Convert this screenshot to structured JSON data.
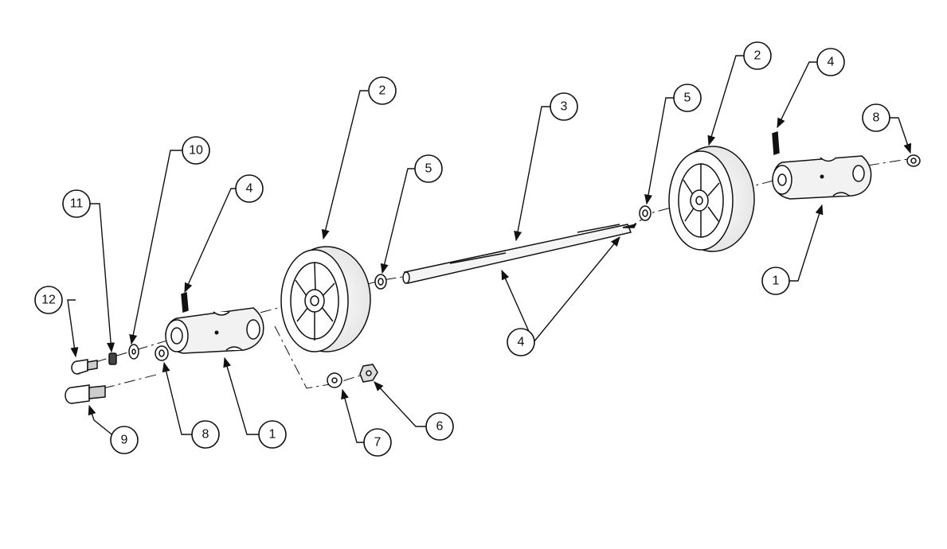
{
  "diagram": {
    "colors": {
      "line": "#111111",
      "paper": "#ffffff"
    },
    "callouts": {
      "c1a": "1",
      "c1b": "1",
      "c2a": "2",
      "c2b": "2",
      "c3": "3",
      "c4a": "4",
      "c4b": "4",
      "c4c": "4",
      "c5a": "5",
      "c5b": "5",
      "c6": "6",
      "c7": "7",
      "c8a": "8",
      "c8b": "8",
      "c9": "9",
      "c10": "10",
      "c11": "11",
      "c12": "12"
    }
  }
}
